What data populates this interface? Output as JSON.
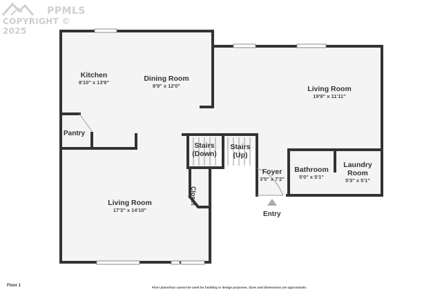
{
  "watermark": {
    "brand": "PPMLS",
    "copyright": "COPYRIGHT © 2025"
  },
  "rooms": {
    "kitchen": {
      "name": "Kitchen",
      "dim": "8'10\" x 13'8\""
    },
    "dining": {
      "name": "Dining Room",
      "dim": "8'9\" x 12'0\""
    },
    "living_upper": {
      "name": "Living Room",
      "dim": "19'8\" x 11'11\""
    },
    "pantry": {
      "name": "Pantry"
    },
    "stairs_down": {
      "name": "Stairs\n(Down)"
    },
    "stairs_up": {
      "name": "Stairs\n(Up)"
    },
    "foyer": {
      "name": "Foyer",
      "dim": "3'5\" x 7'2\""
    },
    "bathroom": {
      "name": "Bathroom",
      "dim": "5'0\" x 5'1\""
    },
    "laundry": {
      "name": "Laundry\nRoom",
      "dim": "5'3\" x 5'1\""
    },
    "closet": {
      "name": "Closet"
    },
    "living_lower": {
      "name": "Living Room",
      "dim": "17'3\" x 14'10\""
    }
  },
  "entry_label": "Entry",
  "floor_label": "Floor 1",
  "disclaimer": "Floor plans/tour cannot be used for building or design purposes. Sizes and dimensions are approximate.",
  "colors": {
    "wall": "#333333",
    "floor": "#f4f4f4",
    "watermark": "#cfcfcf"
  }
}
